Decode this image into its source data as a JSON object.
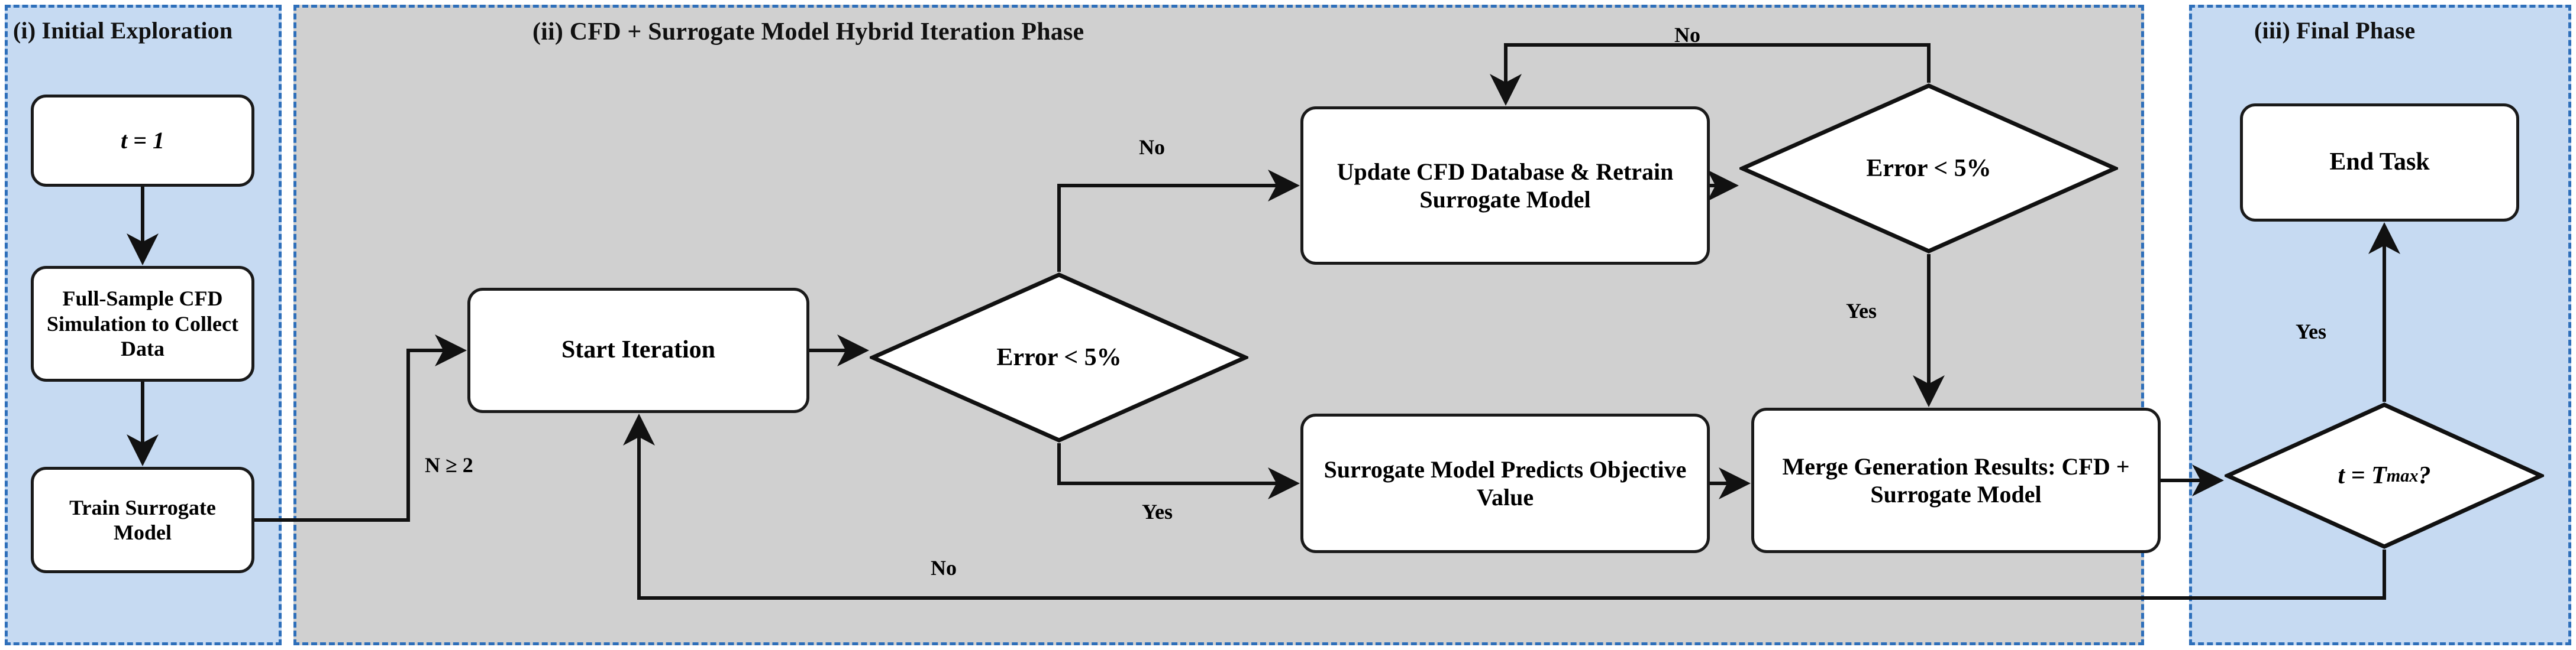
{
  "panels": [
    {
      "id": "i",
      "title": "(i) Initial Exploration"
    },
    {
      "id": "ii",
      "title": "(ii) CFD + Surrogate Model Hybrid Iteration Phase"
    },
    {
      "id": "iii",
      "title": "(iii) Final Phase"
    }
  ],
  "nodes": {
    "t_init": {
      "label": "t = 1",
      "shape": "rounded-rect"
    },
    "full_sample": {
      "label": "Full-Sample CFD Simulation to Collect Data",
      "shape": "rounded-rect"
    },
    "train": {
      "label": "Train Surrogate Model",
      "shape": "rounded-rect"
    },
    "start_iter": {
      "label": "Start Iteration",
      "shape": "rounded-rect"
    },
    "error1": {
      "label": "Error < 5%",
      "shape": "diamond"
    },
    "update": {
      "label": "Update CFD Database & Retrain Surrogate Model",
      "shape": "rounded-rect"
    },
    "error2": {
      "label": "Error < 5%",
      "shape": "diamond"
    },
    "predict": {
      "label": "Surrogate Model Predicts Objective Value",
      "shape": "rounded-rect"
    },
    "merge": {
      "label": "Merge Generation Results: CFD + Surrogate Model",
      "shape": "rounded-rect"
    },
    "tmax": {
      "label": "t = Tmax ?",
      "shape": "diamond"
    },
    "end": {
      "label": "End Task",
      "shape": "rounded-rect"
    }
  },
  "edge_labels": {
    "no_to_update": "No",
    "yes_to_predict": "Yes",
    "no_loop_back": "No",
    "yes_to_merge": "Yes",
    "n_ge_2": "N ≥ 2",
    "no_return": "No",
    "yes_to_end": "Yes"
  },
  "colors": {
    "panel_blue": "#c6daf2",
    "panel_gray": "#d0d0d0",
    "panel_border": "#2e6fba",
    "node_fill": "#ffffff",
    "node_stroke": "#1a1a1a"
  },
  "chart_data": {
    "type": "diagram",
    "title": "CFD + Surrogate Model Hybrid Optimisation Workflow",
    "flow": [
      {
        "from": "t_init",
        "to": "full_sample",
        "label": ""
      },
      {
        "from": "full_sample",
        "to": "train",
        "label": ""
      },
      {
        "from": "train",
        "to": "start_iter",
        "label": "N ≥ 2"
      },
      {
        "from": "start_iter",
        "to": "error1",
        "label": ""
      },
      {
        "from": "error1",
        "to": "update",
        "label": "No"
      },
      {
        "from": "error1",
        "to": "predict",
        "label": "Yes"
      },
      {
        "from": "update",
        "to": "error2",
        "label": ""
      },
      {
        "from": "error2",
        "to": "update",
        "label": "No"
      },
      {
        "from": "error2",
        "to": "merge",
        "label": "Yes"
      },
      {
        "from": "predict",
        "to": "merge",
        "label": ""
      },
      {
        "from": "merge",
        "to": "tmax",
        "label": ""
      },
      {
        "from": "tmax",
        "to": "end",
        "label": "Yes"
      },
      {
        "from": "tmax",
        "to": "start_iter",
        "label": "No"
      }
    ]
  }
}
